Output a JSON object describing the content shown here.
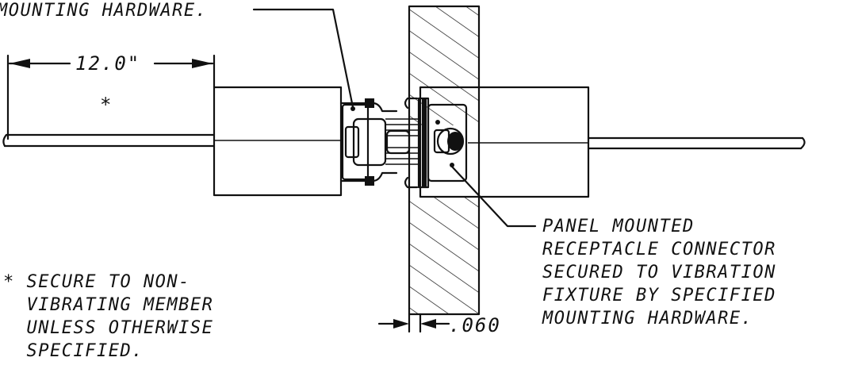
{
  "labels": {
    "top_hardware": "MOUNTING HARDWARE.",
    "dimension_length": "12.0\"",
    "asterisk": "*",
    "note_lines": [
      "* SECURE TO NON-",
      "  VIBRATING MEMBER",
      "  UNLESS OTHERWISE",
      "  SPECIFIED."
    ],
    "thickness": ".060",
    "panel_lines": [
      "PANEL MOUNTED",
      "RECEPTACLE CONNECTOR",
      "SECURED TO VIBRATION",
      "FIXTURE BY SPECIFIED",
      "MOUNTING HARDWARE."
    ]
  },
  "colors": {
    "ink": "#111111",
    "paper": "#ffffff"
  }
}
